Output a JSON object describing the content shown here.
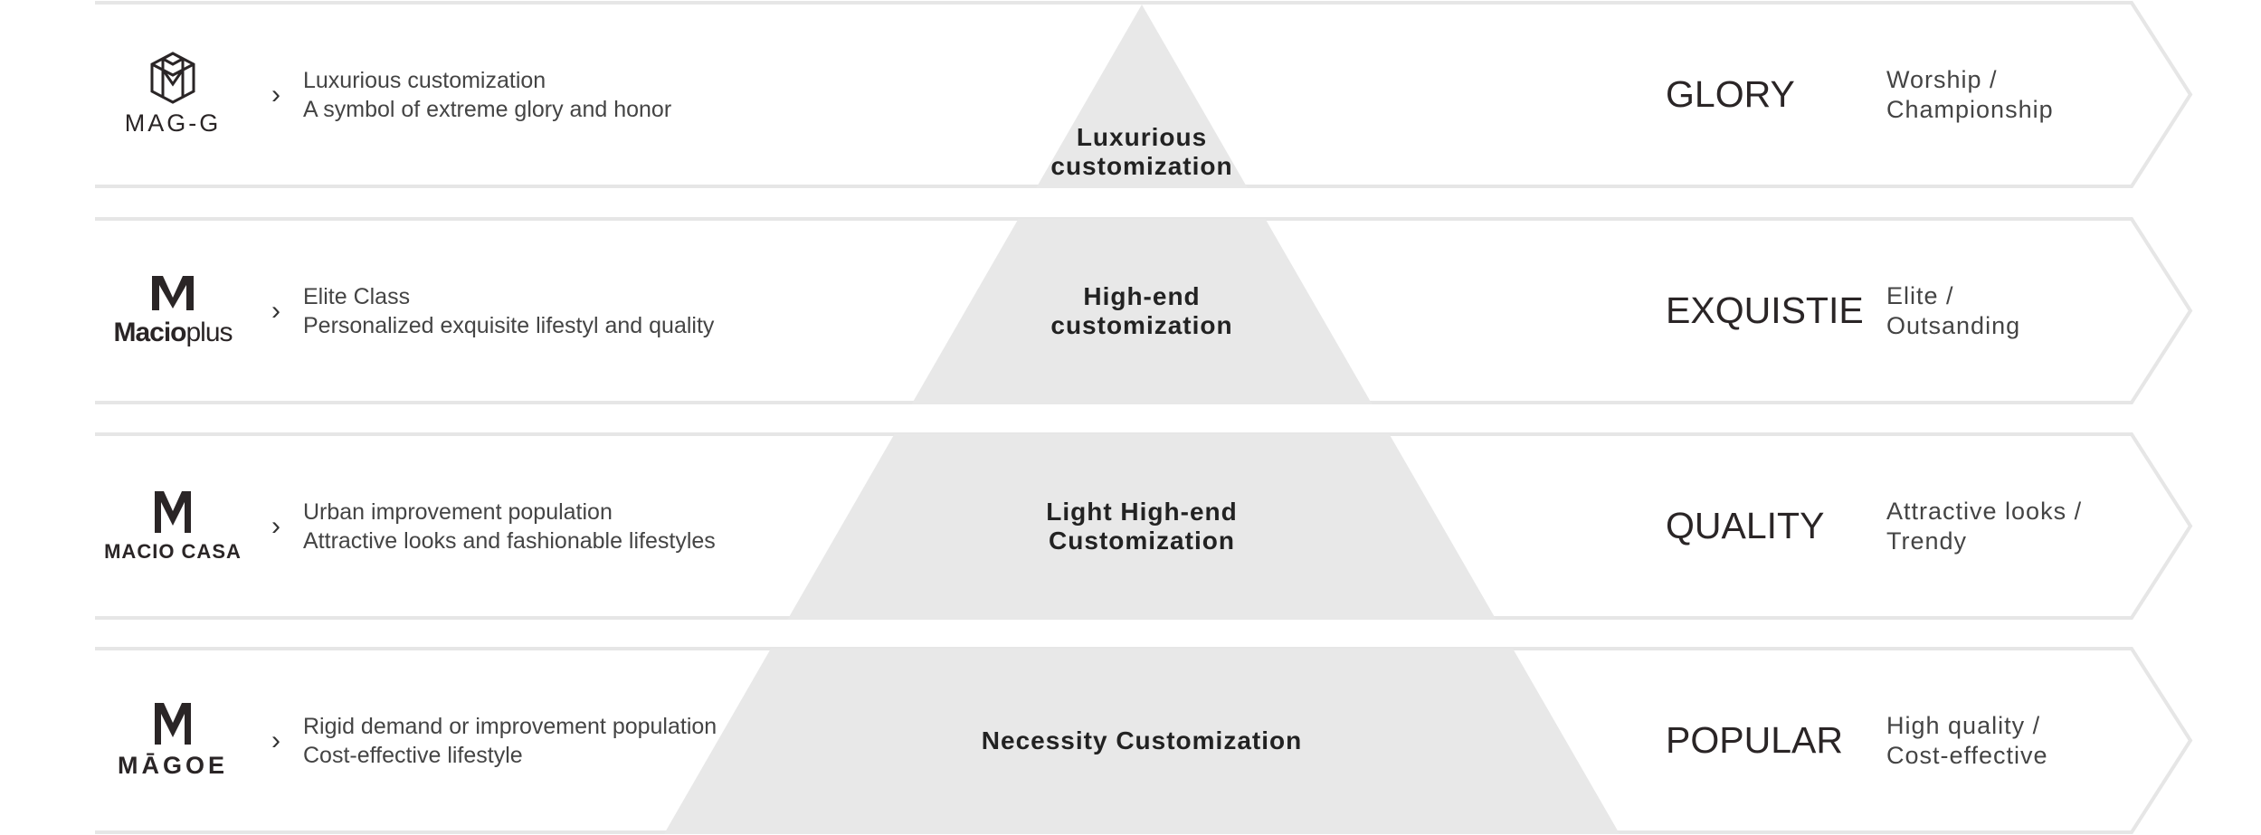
{
  "colors": {
    "border": "#e6e6e6",
    "pyramid": "#e8e8e8",
    "text": "#333333"
  },
  "rows": [
    {
      "brand": "MAG-G",
      "logo_icon": "mag-g-cube-icon",
      "desc1": "Luxurious customization",
      "desc2": "A symbol of extreme glory and honor",
      "center1": "Luxurious",
      "center2": "customization",
      "keyword": "GLORY",
      "sub1": "Worship /",
      "sub2": "Championship"
    },
    {
      "brand": "Macioplus",
      "brand_a": "Macio",
      "brand_b": "plus",
      "logo_icon": "macio-m-icon",
      "desc1": "Elite Class",
      "desc2": "Personalized exquisite lifestyl and quality",
      "center1": "High-end",
      "center2": "customization",
      "keyword": "EXQUISTIE",
      "sub1": "Elite /",
      "sub2": "Outsanding"
    },
    {
      "brand": "MACIO CASA",
      "logo_icon": "macio-m-icon",
      "desc1": "Urban improvement population",
      "desc2": "Attractive looks and fashionable lifestyles",
      "center1": "Light High-end Customization",
      "keyword": "QUALITY",
      "sub1": "Attractive looks /",
      "sub2": "Trendy"
    },
    {
      "brand": "MĀGOE",
      "logo_icon": "magoe-m-icon",
      "desc1": "Rigid demand or improvement population",
      "desc2": "Cost-effective lifestyle",
      "center1": "Necessity Customization",
      "keyword": "POPULAR",
      "sub1": "High quality /",
      "sub2": "Cost-effective"
    }
  ]
}
